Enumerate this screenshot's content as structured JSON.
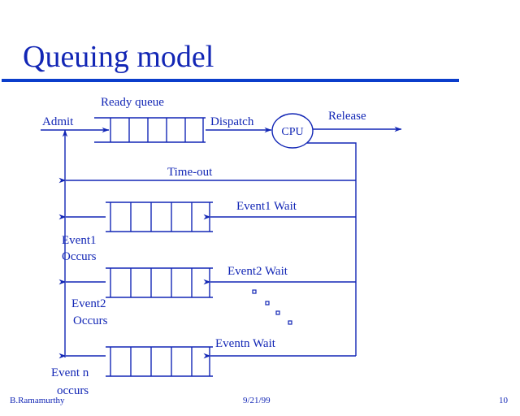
{
  "slide": {
    "title": "Queuing model",
    "accent_color": "#1226b5",
    "rule_color": "#0b3dcb",
    "background": "#ffffff",
    "page_size": "640x512"
  },
  "diagram": {
    "name": "queuing-model-diagram",
    "labels": {
      "ready_queue": "Ready queue",
      "admit": "Admit",
      "dispatch": "Dispatch",
      "cpu": "CPU",
      "release": "Release",
      "time_out": "Time-out",
      "event1_wait": "Event1  Wait",
      "event1_occurs_line1": "Event1",
      "event1_occurs_line2": "Occurs",
      "event2_wait": "Event2 Wait",
      "event2_occurs_line1": "Event2",
      "event2_occurs_line2": "Occurs",
      "eventn_wait": "Eventn Wait",
      "eventn_occurs_line1": "Event n",
      "eventn_occurs_line2": "occurs"
    },
    "queues": [
      {
        "name": "ready-queue",
        "cells": 5
      },
      {
        "name": "event1-queue",
        "cells": 5
      },
      {
        "name": "event2-queue",
        "cells": 5
      },
      {
        "name": "eventn-queue",
        "cells": 5
      }
    ],
    "ellipsis_dots": 4
  },
  "footer": {
    "author": "B.Ramamurthy",
    "date": "9/21/99",
    "page_number": "10"
  }
}
